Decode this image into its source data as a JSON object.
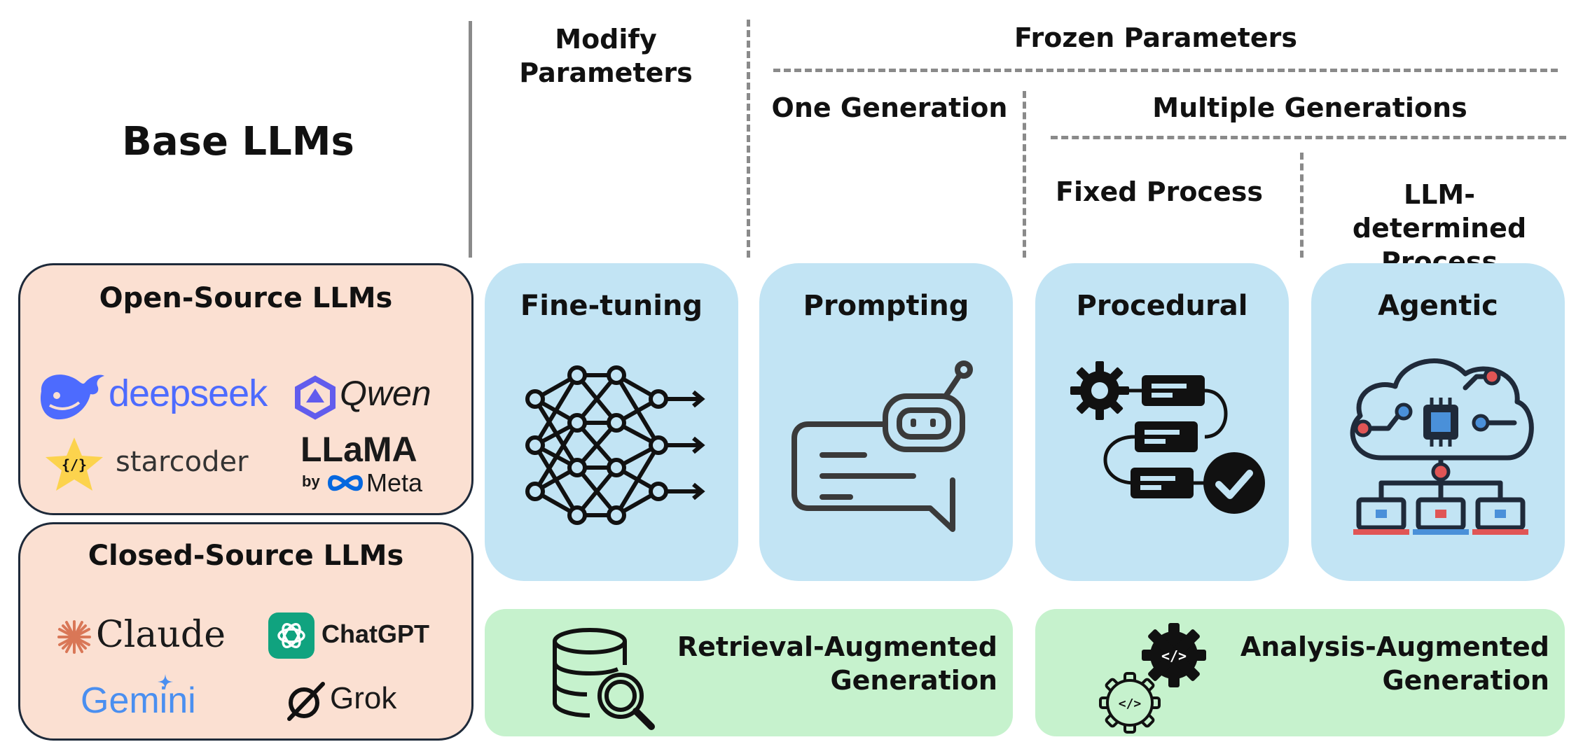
{
  "base": {
    "title": "Base LLMs"
  },
  "headers": {
    "modify": "Modify\nParameters",
    "frozen": "Frozen Parameters",
    "one_generation": "One Generation",
    "multiple_generations": "Multiple Generations",
    "fixed_process": "Fixed Process",
    "llm_determined": "LLM-determined\nProcess"
  },
  "open_source": {
    "title": "Open-Source LLMs",
    "logos": [
      {
        "text": "deepseek",
        "icon": "whale-icon"
      },
      {
        "text": "Qwen",
        "icon": "qwen-icon"
      },
      {
        "text": "starcoder",
        "icon": "star-code-icon"
      },
      {
        "text": "LLaMA",
        "sub_prefix": "by",
        "sub_brand": "Meta",
        "icon": "meta-infinity-icon"
      }
    ]
  },
  "closed_source": {
    "title": "Closed-Source LLMs",
    "logos": [
      {
        "text": "Claude",
        "icon": "claude-burst-icon"
      },
      {
        "text": "ChatGPT",
        "icon": "openai-knot-icon"
      },
      {
        "text": "Gemini",
        "icon": "sparkle-icon"
      },
      {
        "text": "Grok",
        "icon": "grok-slash-icon"
      }
    ]
  },
  "methods": [
    {
      "title": "Fine-tuning",
      "icon": "neural-network-icon"
    },
    {
      "title": "Prompting",
      "icon": "robot-chat-icon"
    },
    {
      "title": "Procedural",
      "icon": "workflow-icon"
    },
    {
      "title": "Agentic",
      "icon": "cloud-network-icon"
    }
  ],
  "augmented": [
    {
      "label": "Retrieval-Augmented\nGeneration",
      "icon": "database-search-icon"
    },
    {
      "label": "Analysis-Augmented\nGeneration",
      "icon": "code-gears-icon"
    }
  ],
  "colors": {
    "peach": "#fbe0d2",
    "blue": "#c2e4f4",
    "green": "#c6f2cd",
    "deepseek": "#4d6bfe",
    "qwen": "#615ced",
    "claude": "#d97757",
    "chatgpt": "#10a37f",
    "gemini": "#4a8ff0",
    "meta": "#0467df"
  }
}
